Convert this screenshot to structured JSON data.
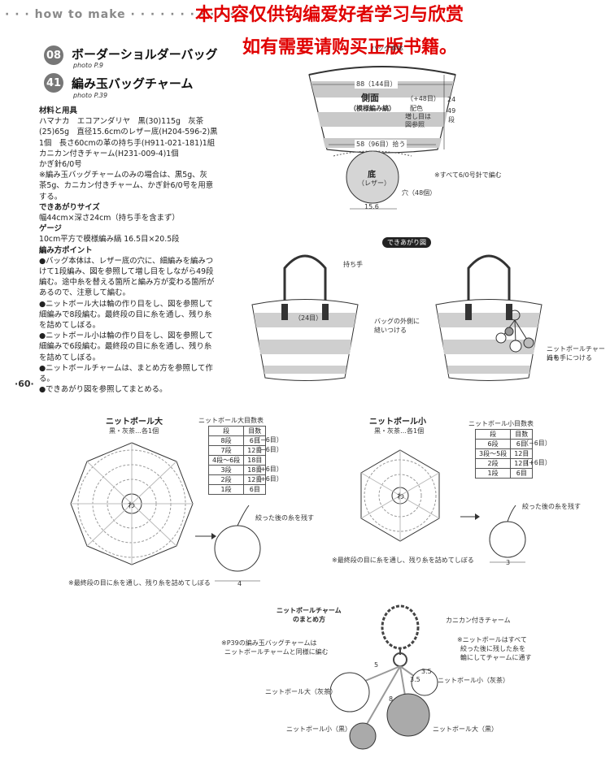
{
  "header": {
    "how_to_make": "how to make"
  },
  "notice": {
    "line1": "本内容仅供钩编爱好者学习与欣赏",
    "line2": "如有需要请购买正版书籍。"
  },
  "project1": {
    "number": "08",
    "title": "ボーダーショルダーバッグ",
    "ref": "photo P.9"
  },
  "project2": {
    "number": "41",
    "title": "編み玉バッグチャーム",
    "ref": "photo P.39"
  },
  "materials": {
    "heading": "材料と用具",
    "lines": [
      "ハマナカ　エコアンダリヤ　黒(30)115g　灰茶",
      "(25)65g　直径15.6cmのレザー底(H204-596-2)黒",
      "1個　長さ60cmの革の持ち手(H911-021-181)1組",
      "カニカン付きチャーム(H231-009-4)1個",
      "かぎ針6/0号",
      "※編み玉バッグチャームのみの場合は、黒5g、灰",
      "茶5g、カニカン付きチャーム、かぎ針6/0号を用意",
      "する。"
    ]
  },
  "size": {
    "heading": "できあがりサイズ",
    "text": "幅44cm×深さ24cm（持ち手を含まず）"
  },
  "gauge": {
    "heading": "ゲージ",
    "text": "10cm平方で模様編み縞 16.5目×20.5段"
  },
  "points": {
    "heading": "編み方ポイント",
    "lines": [
      "●バッグ本体は、レザー底の穴に、細編みを編みつ",
      "けて1段編み、図を参照して増し目をしながら49段",
      "編む。途中糸を替える箇所と編み方が変わる箇所が",
      "あるので、注意して編む。",
      "●ニットボール大は輪の作り目をし、図を参照して",
      "細編みで8段編む。最終段の目に糸を通し、残り糸",
      "を詰めてしぼる。",
      "●ニットボール小は輪の作り目をし、図を参照して",
      "細編みで6段編む。最終段の目に糸を通し、残り糸",
      "を詰めてしぼる。",
      "●ニットボールチャームは、まとめ方を参照して作",
      "る。",
      "●できあがり図を参照してまとめる。"
    ]
  },
  "page_number": "60",
  "bag_diagram": {
    "top_label": "バッグ本体",
    "width_top": "88（144目）",
    "side": "側面",
    "pattern": "（模様編み縞）",
    "increase": "（+48目）",
    "increase_note1": "配色",
    "increase_note2": "増し目は",
    "increase_note3": "図参照",
    "height": "24",
    "rows": "49",
    "rows_unit": "段",
    "bottom_width": "58（96目）拾う",
    "base": "底",
    "base_sub": "（レザー）",
    "holes": "穴（48個）",
    "base_diameter": "15.6",
    "needle_note": "※すべて6/0号針で編む"
  },
  "finished": {
    "title": "できあがり図",
    "handle": "持ち手",
    "stitches": "（24目）",
    "sew_note1": "バッグの外側に",
    "sew_note2": "縫いつける",
    "charm_note1": "ニットボールチャームを",
    "charm_note2": "持ち手につける"
  },
  "ball_large": {
    "title": "ニットボール大",
    "sub": "黒・灰茶…各1個",
    "center": "わ",
    "tail": "絞った後の糸を残す",
    "diameter": "4",
    "note": "※最終段の目に糸を通し、残り糸を詰めてしぼる",
    "table_title": "ニットボール大目数表",
    "col_row": "段",
    "col_count": "目数",
    "rows": [
      [
        "8段",
        "6目",
        "（−6目）"
      ],
      [
        "7段",
        "12目",
        "（−6目）"
      ],
      [
        "4段〜6段",
        "18目",
        ""
      ],
      [
        "3段",
        "18目",
        "（+6目）"
      ],
      [
        "2段",
        "12目",
        "（+6目）"
      ],
      [
        "1段",
        "6目",
        ""
      ]
    ]
  },
  "ball_small": {
    "title": "ニットボール小",
    "sub": "黒・灰茶…各1個",
    "center": "わ",
    "tail": "絞った後の糸を残す",
    "diameter": "3",
    "note": "※最終段の目に糸を通し、残り糸を詰めてしぼる",
    "table_title": "ニットボール小目数表",
    "col_row": "段",
    "col_count": "目数",
    "rows": [
      [
        "6段",
        "6目",
        "（−6目）"
      ],
      [
        "3段〜5段",
        "12目",
        ""
      ],
      [
        "2段",
        "12目",
        "（+6目）"
      ],
      [
        "1段",
        "6目",
        ""
      ]
    ]
  },
  "charm": {
    "title1": "ニットボールチャーム",
    "title2": "のまとめ方",
    "chain_label": "カニカン付きチャーム",
    "p39_1": "※P39の編み玉バッグチャームは",
    "p39_2": "ニットボールチャームと同様に編む",
    "thread_note1": "※ニットボールはすべて",
    "thread_note2": "絞った後に残した糸を",
    "thread_note3": "輪にしてチャームに通す",
    "len5": "5",
    "len35a": "3.5",
    "len35b": "3.5",
    "len8": "8",
    "ball_large_gray": "ニットボール大（灰茶）",
    "ball_small_gray": "ニットボール小（灰茶）",
    "ball_small_black": "ニットボール小（黒）",
    "ball_large_black": "ニットボール大（黒）"
  },
  "colors": {
    "notice_red": "#e00000",
    "stripe_gray": "#c9c9c9",
    "dark": "#333333"
  }
}
